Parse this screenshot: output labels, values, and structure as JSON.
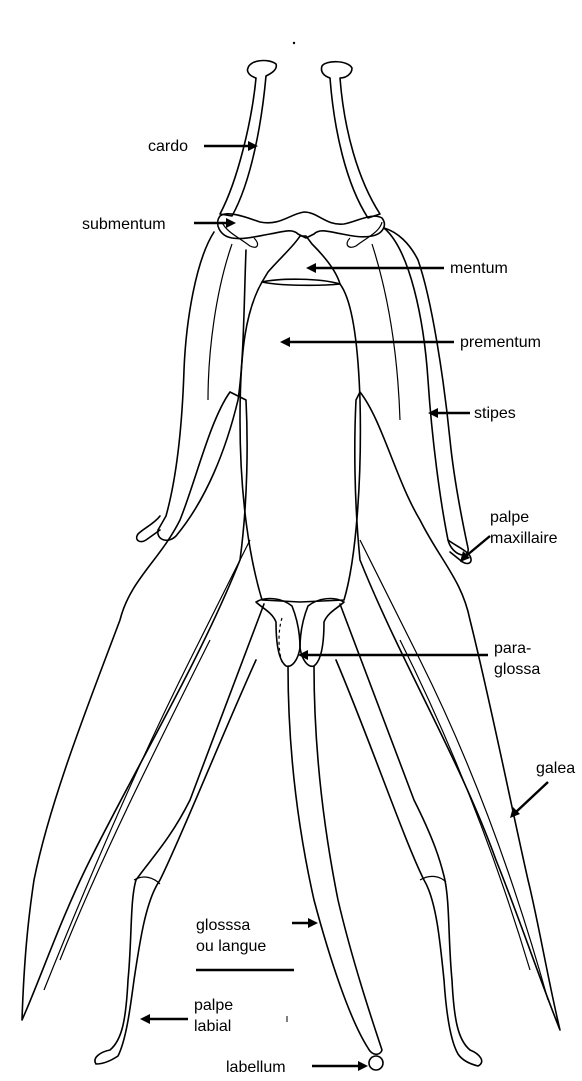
{
  "labels": {
    "cardo": "cardo",
    "submentum": "submentum",
    "mentum": "mentum",
    "prementum": "prementum",
    "stipes": "stipes",
    "palpe_maxillaire_1": "palpe",
    "palpe_maxillaire_2": "maxillaire",
    "paraglossa_1": "para-",
    "paraglossa_2": "glossa",
    "galea": "galea",
    "glossa_1": "glosssa",
    "glossa_2": "ou langue",
    "palpe_labial_1": "palpe",
    "palpe_labial_2": "labial",
    "labellum": "labellum"
  }
}
